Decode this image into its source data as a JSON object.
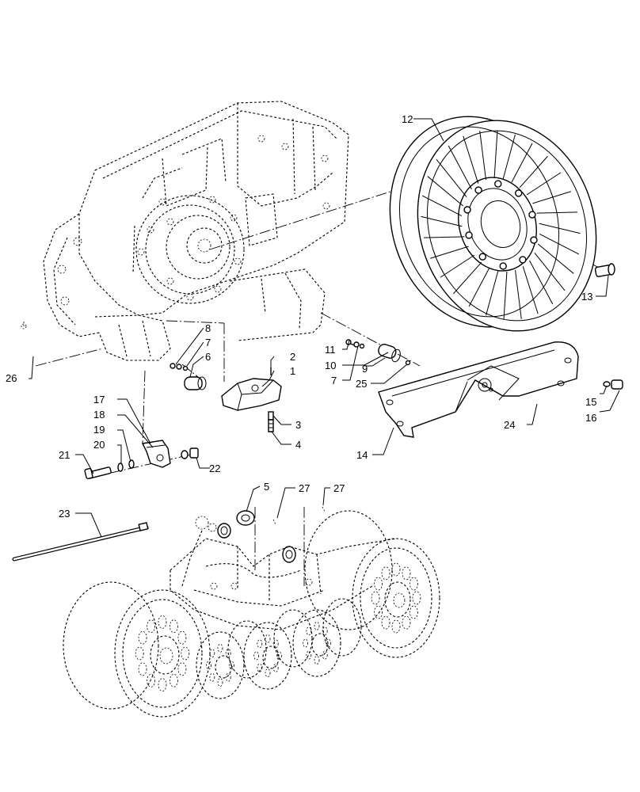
{
  "callouts": {
    "c1": "1",
    "c2": "2",
    "c3": "3",
    "c4": "4",
    "c5": "5",
    "c6": "6",
    "c7a": "7",
    "c7b": "7",
    "c8": "8",
    "c9": "9",
    "c10": "10",
    "c11": "11",
    "c12": "12",
    "c13": "13",
    "c14": "14",
    "c15": "15",
    "c16": "16",
    "c17": "17",
    "c18": "18",
    "c19": "19",
    "c20": "20",
    "c21": "21",
    "c22": "22",
    "c23": "23",
    "c24": "24",
    "c25": "25",
    "c26": "26",
    "c27a": "27",
    "c27b": "27"
  }
}
